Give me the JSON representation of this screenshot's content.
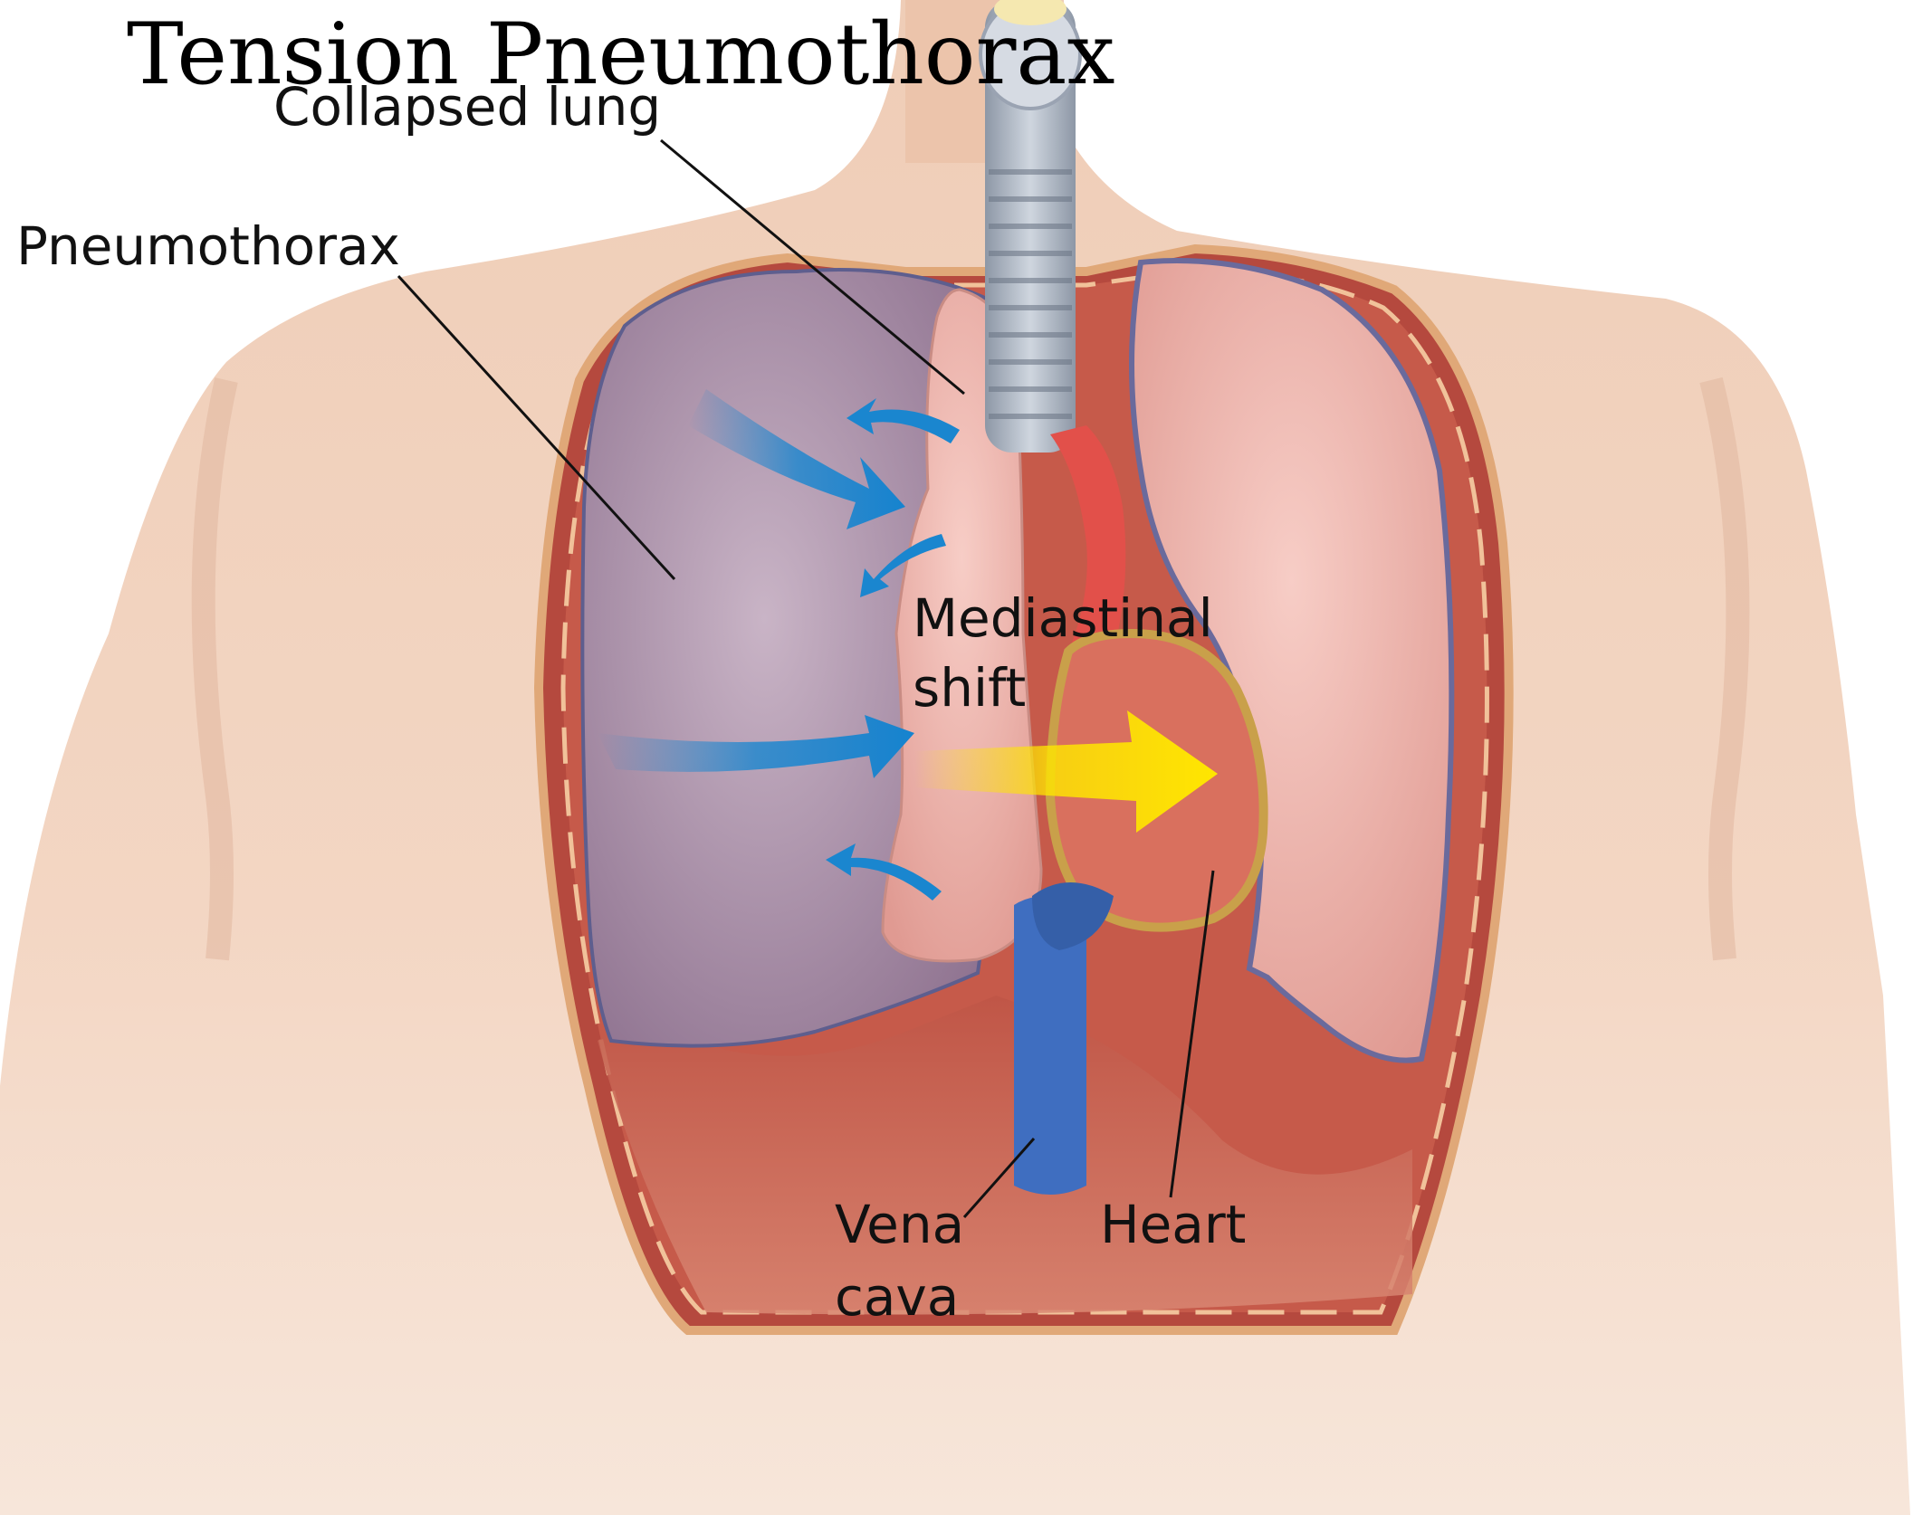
{
  "title": "Tension Pneumothorax",
  "labels": {
    "collapsed_lung": "Collapsed lung",
    "pneumothorax": "Pneumothorax",
    "mediastinal_line1": "Mediastinal",
    "mediastinal_line2": "shift",
    "vena_line1": "Vena",
    "vena_line2": "cava",
    "heart": "Heart"
  },
  "colors": {
    "skin": "#f2d2bd",
    "collapsed_lung": "#e7a8a0",
    "pneumothorax_space": "#a88ea8",
    "right_lung": "#eeb1ab",
    "muscle": "#c8604f",
    "vena_cava": "#3f6ec0",
    "trachea": "#a9b4c4",
    "heart": "#d9705e",
    "air_arrow": "#1a86cf",
    "shift_arrow": "#ffe100"
  }
}
